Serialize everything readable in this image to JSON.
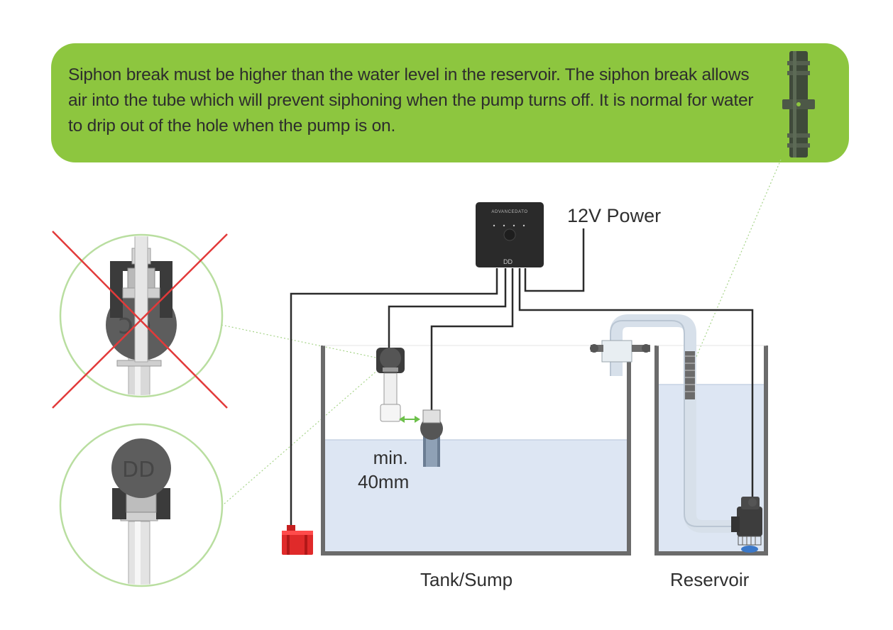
{
  "banner": {
    "text": "Siphon break must be higher than the water level in the reservoir. The siphon break allows air into the tube which will prevent siphoning when the pump turns off. It is normal for water to drip out of the hole when the pump is on."
  },
  "labels": {
    "power": "12V Power",
    "min_line1": "min.",
    "min_line2": "40mm",
    "tank": "Tank/Sump",
    "reservoir": "Reservoir"
  },
  "controller": {
    "brand": "ADVANCEDATO",
    "logo": "DD"
  },
  "icons": {
    "wrong_mount": "cross-mark-icon",
    "siphon_break": "siphon-break-connector-icon"
  },
  "colors": {
    "banner": "#8dc63f",
    "water": "#dde6f3",
    "tank_wall": "#6b6b6b",
    "cable": "#2b2b2b",
    "cross": "#e23a3a",
    "guide": "#a7d48a",
    "sensor_red": "#e02a2a",
    "arrow": "#6cc04a"
  }
}
